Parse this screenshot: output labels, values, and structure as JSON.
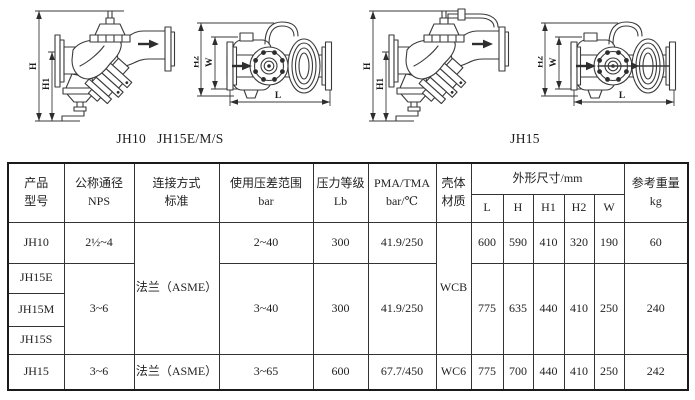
{
  "colors": {
    "ink": "#2e2e2e",
    "table_border": "#333333",
    "background": "#ffffff"
  },
  "figures": {
    "dim_labels": {
      "H": "H",
      "H1": "H1",
      "H2": "H2",
      "W": "W",
      "L": "L"
    },
    "left": {
      "caption": "JH10   JH15E/M/S"
    },
    "right": {
      "caption": "JH15"
    }
  },
  "table": {
    "headers": {
      "model": [
        "产品",
        "型号"
      ],
      "nps": [
        "公称通径",
        "NPS"
      ],
      "conn": [
        "连接方式",
        "标准"
      ],
      "dp": [
        "使用压差范围",
        "bar"
      ],
      "class": [
        "压力等级",
        "Lb"
      ],
      "pma": [
        "PMA/TMA",
        "bar/℃"
      ],
      "shell": [
        "壳体",
        "材质"
      ],
      "dims": "外形尺寸/mm",
      "dim_cols": [
        "L",
        "H",
        "H1",
        "H2",
        "W"
      ],
      "weight": [
        "参考重量",
        "kg"
      ]
    },
    "rows": [
      {
        "model": "JH10",
        "nps": "2½~4",
        "conn": "法兰（ASME）",
        "dp": "2~40",
        "class": "300",
        "pma": "41.9/250",
        "shell": "WCB",
        "L": "600",
        "H": "590",
        "H1": "410",
        "H2": "320",
        "W": "190",
        "weight": "60"
      },
      {
        "model": "JH15E",
        "nps": "3~6",
        "dp": "3~40",
        "class": "300",
        "pma": "41.9/250",
        "L": "775",
        "H": "635",
        "H1": "440",
        "H2": "410",
        "W": "250",
        "weight": "240"
      },
      {
        "model": "JH15M"
      },
      {
        "model": "JH15S"
      },
      {
        "model": "JH15",
        "nps": "3~6",
        "conn": "法兰（ASME）",
        "dp": "3~65",
        "class": "600",
        "pma": "67.7/450",
        "shell": "WC6",
        "L": "775",
        "H": "700",
        "H1": "440",
        "H2": "410",
        "W": "250",
        "weight": "242"
      }
    ]
  }
}
